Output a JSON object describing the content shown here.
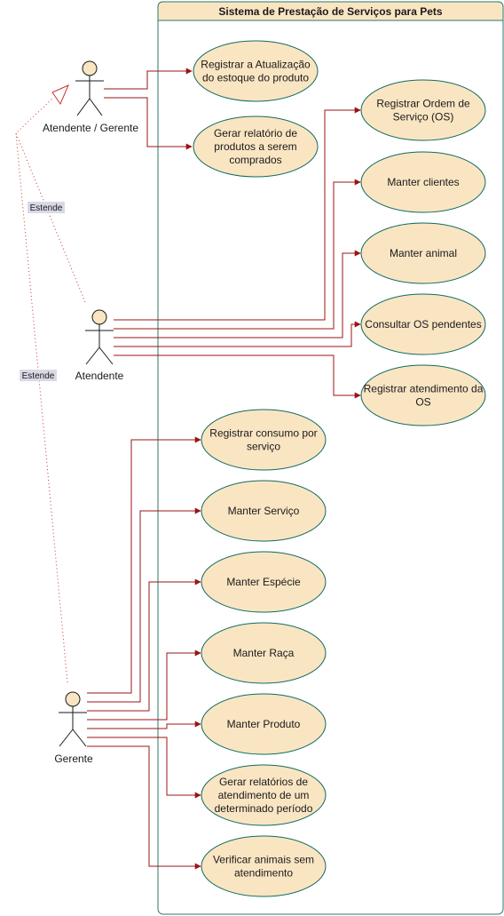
{
  "system": {
    "title": "Sistema de Prestação de Serviços para Pets"
  },
  "actors": {
    "atendente_gerente": "Atendente / Gerente",
    "atendente": "Atendente",
    "gerente": "Gerente"
  },
  "use_cases": {
    "registrar_estoque": [
      "Registrar a Atualização",
      "do estoque do produto"
    ],
    "gerar_relatorio_produtos": [
      "Gerar relatório de",
      "produtos a serem",
      "comprados"
    ],
    "registrar_os": [
      "Registrar Ordem de",
      "Serviço (OS)"
    ],
    "manter_clientes": [
      "Manter clientes"
    ],
    "manter_animal": [
      "Manter animal"
    ],
    "consultar_os": [
      "Consultar OS pendentes"
    ],
    "registrar_atendimento_os": [
      "Registrar atendimento da",
      "OS"
    ],
    "registrar_consumo": [
      "Registrar consumo por",
      "serviço"
    ],
    "manter_servico": [
      "Manter Serviço"
    ],
    "manter_especie": [
      "Manter Espécie"
    ],
    "manter_raca": [
      "Manter Raça"
    ],
    "manter_produto": [
      "Manter Produto"
    ],
    "gerar_relatorios_atendimento": [
      "Gerar relatórios de",
      "atendimento de um",
      "determinado período"
    ],
    "verificar_animais": [
      "Verificar animais sem",
      "atendimento"
    ]
  },
  "relations": {
    "extend_label_1": "Estende",
    "extend_label_2": "Estende"
  },
  "colors": {
    "boundary_stroke": "#2a7a6a",
    "header_fill": "#fae5c3",
    "usecase_fill": "#fae5c3",
    "usecase_stroke": "#0e6b5e",
    "arrow": "#9b1414",
    "extend_line": "#cc3333",
    "label_bg": "#d9d9e6"
  }
}
